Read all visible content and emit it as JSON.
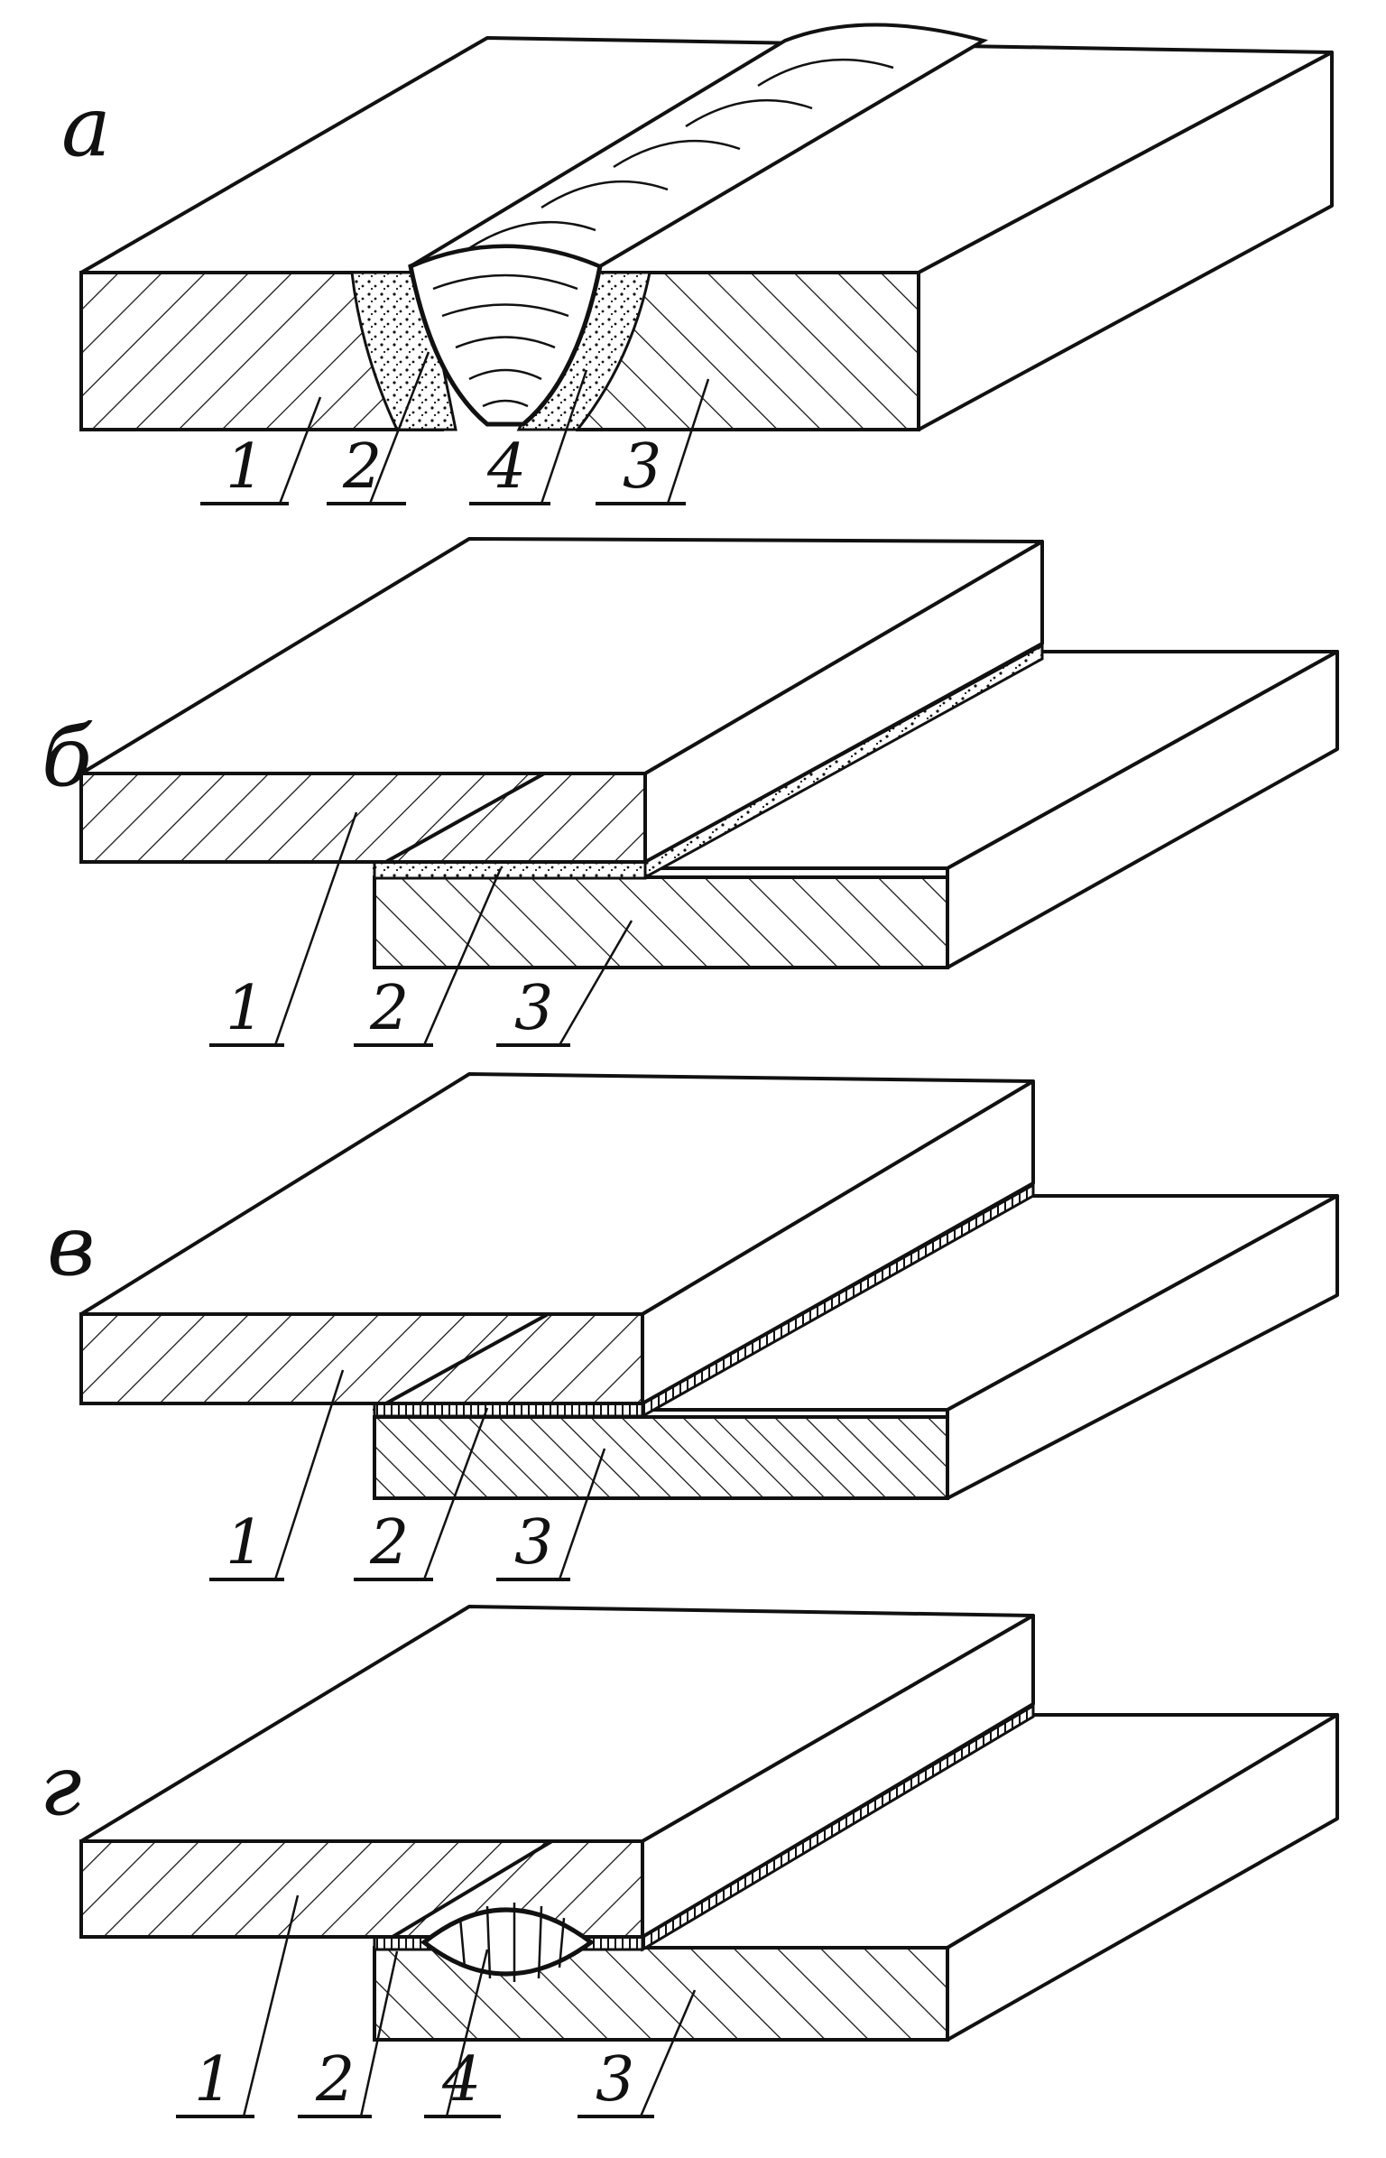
{
  "panels": [
    {
      "letter": "а",
      "labels": [
        "1",
        "2",
        "4",
        "3"
      ]
    },
    {
      "letter": "б",
      "labels": [
        "1",
        "2",
        "3"
      ]
    },
    {
      "letter": "в",
      "labels": [
        "1",
        "2",
        "3"
      ]
    },
    {
      "letter": "г",
      "labels": [
        "1",
        "2",
        "4",
        "3"
      ]
    }
  ]
}
